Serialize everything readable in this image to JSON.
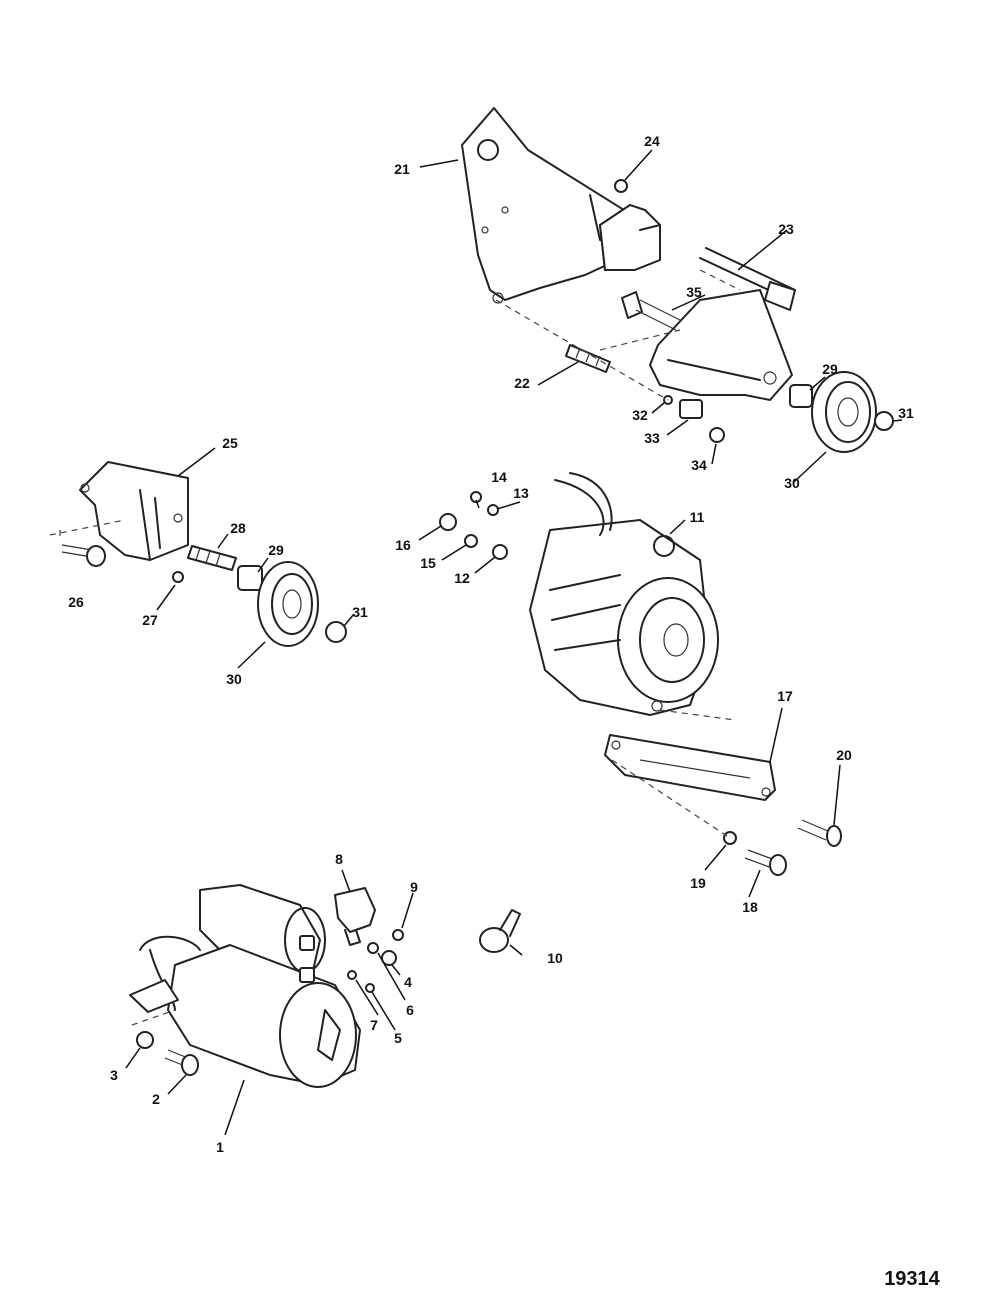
{
  "figure_number": "19314",
  "callouts": [
    {
      "id": "c1",
      "label": "1"
    },
    {
      "id": "c2",
      "label": "2"
    },
    {
      "id": "c3",
      "label": "3"
    },
    {
      "id": "c4",
      "label": "4"
    },
    {
      "id": "c5",
      "label": "5"
    },
    {
      "id": "c6",
      "label": "6"
    },
    {
      "id": "c7",
      "label": "7"
    },
    {
      "id": "c8",
      "label": "8"
    },
    {
      "id": "c9",
      "label": "9"
    },
    {
      "id": "c10",
      "label": "10"
    },
    {
      "id": "c11",
      "label": "11"
    },
    {
      "id": "c12",
      "label": "12"
    },
    {
      "id": "c13",
      "label": "13"
    },
    {
      "id": "c14",
      "label": "14"
    },
    {
      "id": "c15",
      "label": "15"
    },
    {
      "id": "c16",
      "label": "16"
    },
    {
      "id": "c17",
      "label": "17"
    },
    {
      "id": "c18",
      "label": "18"
    },
    {
      "id": "c19",
      "label": "19"
    },
    {
      "id": "c20",
      "label": "20"
    },
    {
      "id": "c21",
      "label": "21"
    },
    {
      "id": "c22",
      "label": "22"
    },
    {
      "id": "c23",
      "label": "23"
    },
    {
      "id": "c24",
      "label": "24"
    },
    {
      "id": "c25",
      "label": "25"
    },
    {
      "id": "c26",
      "label": "26"
    },
    {
      "id": "c27",
      "label": "27"
    },
    {
      "id": "c28",
      "label": "28"
    },
    {
      "id": "c29a",
      "label": "29"
    },
    {
      "id": "c29b",
      "label": "29"
    },
    {
      "id": "c30a",
      "label": "30"
    },
    {
      "id": "c30b",
      "label": "30"
    },
    {
      "id": "c31a",
      "label": "31"
    },
    {
      "id": "c31b",
      "label": "31"
    },
    {
      "id": "c32",
      "label": "32"
    },
    {
      "id": "c33",
      "label": "33"
    },
    {
      "id": "c34",
      "label": "34"
    },
    {
      "id": "c35",
      "label": "35"
    }
  ]
}
